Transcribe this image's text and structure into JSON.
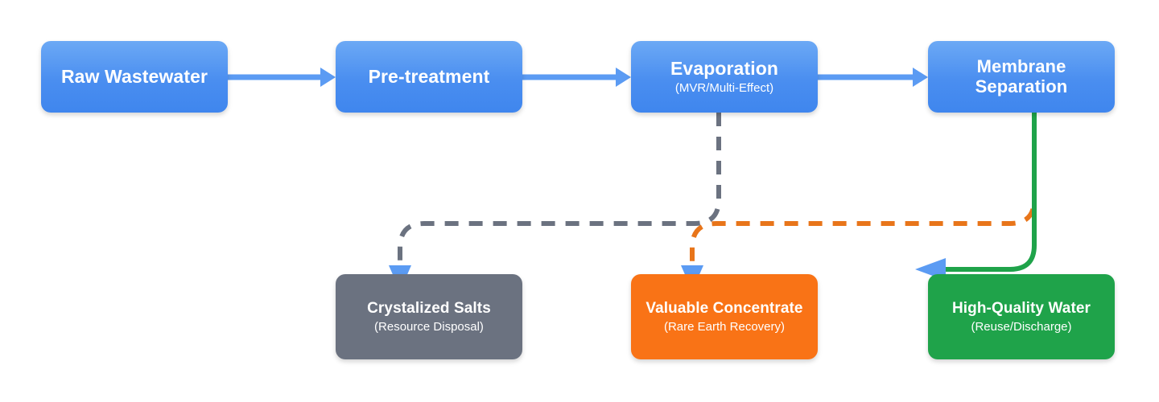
{
  "diagram": {
    "background_color": "#ffffff",
    "nodes": [
      {
        "id": "raw-wastewater",
        "title": "Raw Wastewater",
        "subtitle": "",
        "color": "#4a8ef0",
        "style": "blue"
      },
      {
        "id": "pre-treatment",
        "title": "Pre-treatment",
        "subtitle": "",
        "color": "#4a8ef0",
        "style": "blue"
      },
      {
        "id": "evaporation",
        "title": "Evaporation",
        "subtitle": "(MVR/Multi-Effect)",
        "color": "#4a8ef0",
        "style": "blue"
      },
      {
        "id": "membrane-separation",
        "title": "Membrane Separation",
        "title_line1": "Membrane",
        "title_line2": "Separation",
        "subtitle": "",
        "color": "#4a8ef0",
        "style": "blue"
      },
      {
        "id": "crystalized-salts",
        "title": "Crystalized Salts",
        "subtitle": "(Resource Disposal)",
        "color": "#6b7280",
        "style": "gray"
      },
      {
        "id": "valuable-concentrate",
        "title": "Valuable Concentrate",
        "subtitle": "(Rare Earth Recovery)",
        "color": "#f97316",
        "style": "orange"
      },
      {
        "id": "high-quality-water",
        "title": "High-Quality Water",
        "subtitle": "(Reuse/Discharge)",
        "color": "#1fa34a",
        "style": "green"
      }
    ],
    "edges": [
      {
        "id": "raw-to-pre",
        "from": "raw-wastewater",
        "to": "pre-treatment",
        "color": "#5b9bf3",
        "line_style": "solid",
        "arrowhead_color": "#5b9bf3"
      },
      {
        "id": "pre-to-evaporation",
        "from": "pre-treatment",
        "to": "evaporation",
        "color": "#5b9bf3",
        "line_style": "solid",
        "arrowhead_color": "#5b9bf3"
      },
      {
        "id": "evaporation-to-membrane",
        "from": "evaporation",
        "to": "membrane-separation",
        "color": "#5b9bf3",
        "line_style": "solid",
        "arrowhead_color": "#5b9bf3"
      },
      {
        "id": "evaporation-to-crystalized-salts",
        "from": "evaporation",
        "to": "crystalized-salts",
        "color": "#6b7280",
        "line_style": "dashed",
        "arrowhead_color": "#5b9bf3"
      },
      {
        "id": "membrane-to-valuable-concentrate",
        "from": "membrane-separation",
        "to": "valuable-concentrate",
        "color": "#e8751a",
        "line_style": "dashed",
        "arrowhead_color": "#5b9bf3"
      },
      {
        "id": "membrane-to-high-quality-water",
        "from": "membrane-separation",
        "to": "high-quality-water",
        "color": "#1fa34a",
        "line_style": "solid",
        "arrowhead_color": "#5b9bf3"
      }
    ]
  }
}
